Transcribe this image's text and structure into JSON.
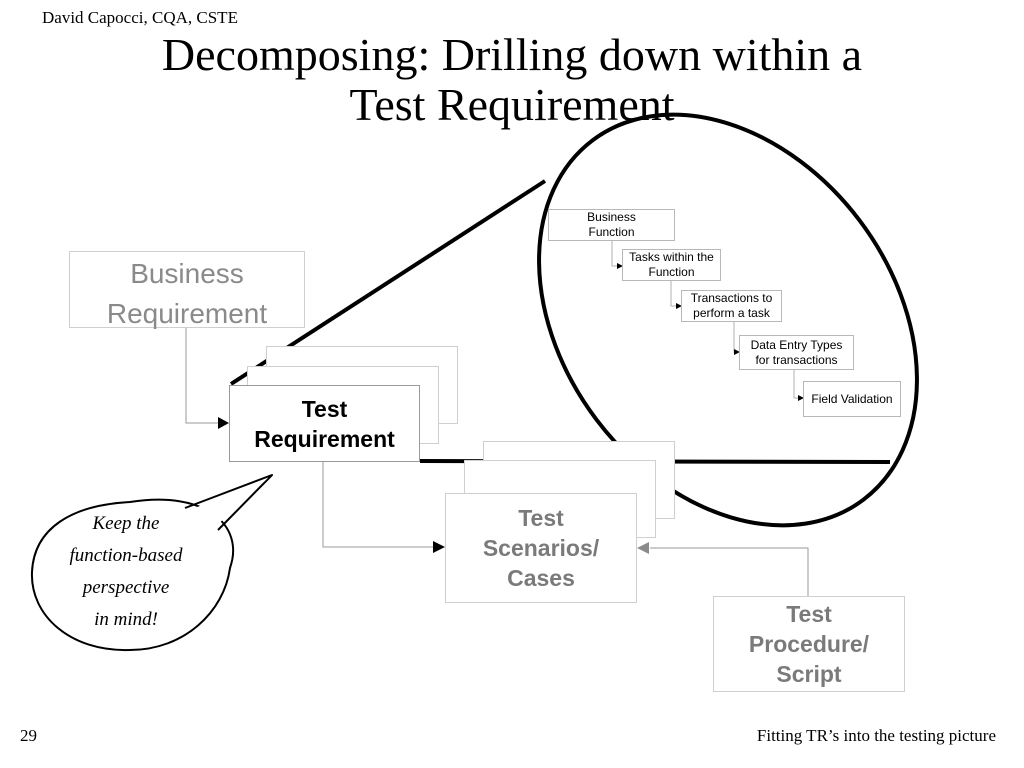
{
  "header": {
    "author": "David Capocci, CQA, CSTE",
    "title_line1": "Decomposing: Drilling down within a",
    "title_line2": "Test Requirement"
  },
  "main_boxes": {
    "business_requirement": [
      "Business",
      "Requirement"
    ],
    "test_requirement": [
      "Test",
      "Requirement"
    ],
    "test_scenarios": [
      "Test",
      "Scenarios/",
      "Cases"
    ],
    "test_procedure": [
      "Test",
      "Procedure/",
      "Script"
    ]
  },
  "drilldown": [
    [
      "Business",
      "Function"
    ],
    [
      "Tasks within the",
      "Function"
    ],
    [
      "Transactions to",
      "perform a task"
    ],
    [
      "Data Entry Types",
      "for transactions"
    ],
    [
      "Field Validation"
    ]
  ],
  "callout": [
    "Keep the",
    "function-based",
    "perspective",
    "in mind!"
  ],
  "footer": {
    "page_number": "29",
    "caption": "Fitting TR’s into the testing picture"
  },
  "colors": {
    "gray_text": "#8a8a8a",
    "box_border": "#cfcfcf",
    "connector": "#9a9a9a"
  }
}
